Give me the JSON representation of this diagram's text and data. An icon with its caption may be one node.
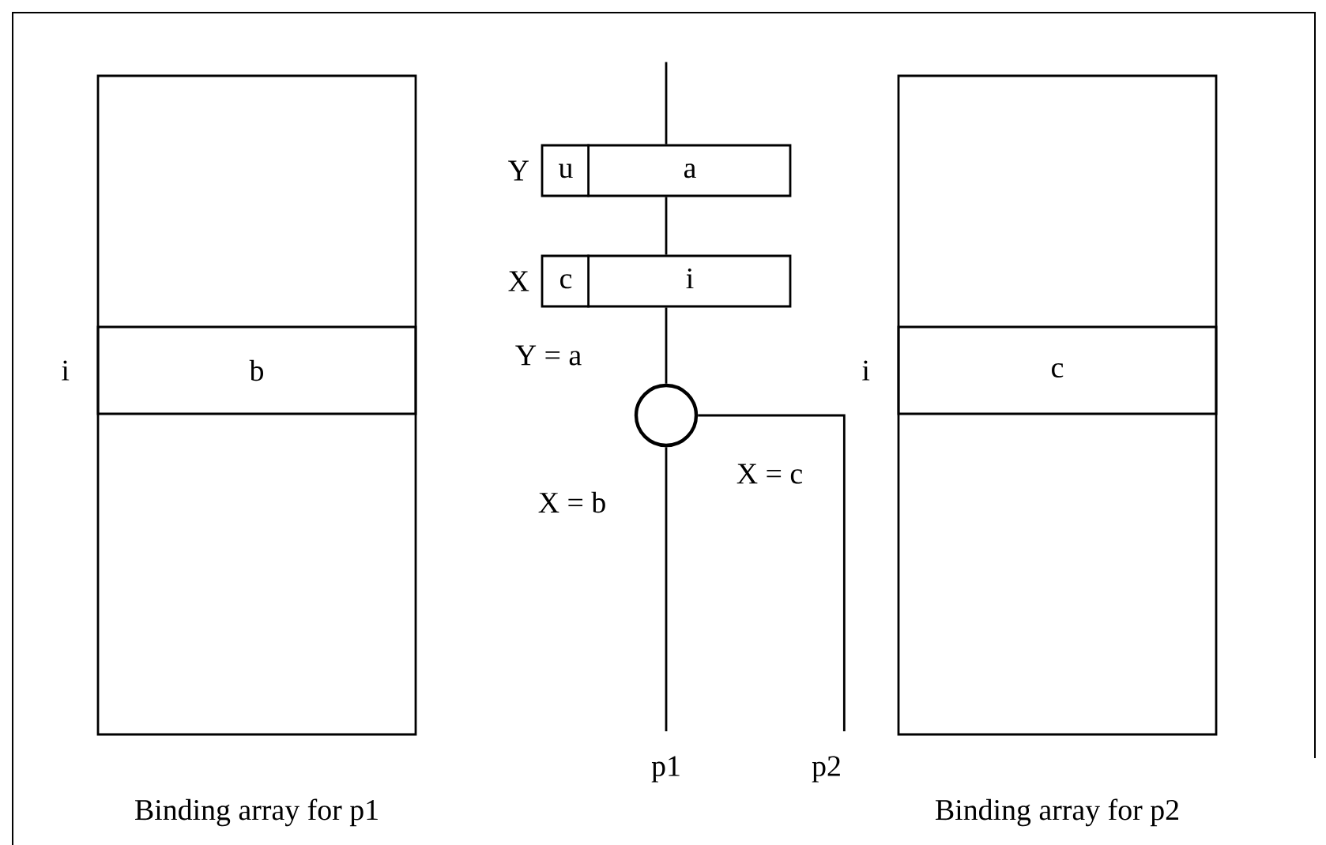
{
  "diagram": {
    "nodes": [
      {
        "text": [
          "Binding array for p1"
        ]
      },
      {
        "text": [
          "b"
        ],
        "in": 0,
        "beside": [
          "i"
        ]
      },
      {
        "text": [
          "Binding array for p2"
        ]
      },
      {
        "text": [
          "c"
        ],
        "in": 2,
        "beside": [
          "i"
        ]
      },
      {
        "text": [
          "u",
          "a"
        ],
        "beside": [
          "Y"
        ]
      },
      {
        "text": [
          "c",
          "i"
        ],
        "beside": [
          "X"
        ]
      },
      {
        "text": [],
        "shape": "circle"
      },
      {
        "text": [
          "p1"
        ]
      },
      {
        "text": [
          "p2"
        ]
      }
    ],
    "edges": [
      {
        "from": null,
        "to": 4,
        "arrow": "none"
      },
      {
        "from": 4,
        "to": 5,
        "arrow": "none"
      },
      {
        "from": 5,
        "to": 6,
        "arrow": "none",
        "label": "Y = a"
      },
      {
        "from": 6,
        "to": 7,
        "arrow": "none",
        "label": "X = b"
      },
      {
        "from": 6,
        "to": 8,
        "arrow": "none",
        "label": "X = c"
      }
    ]
  }
}
